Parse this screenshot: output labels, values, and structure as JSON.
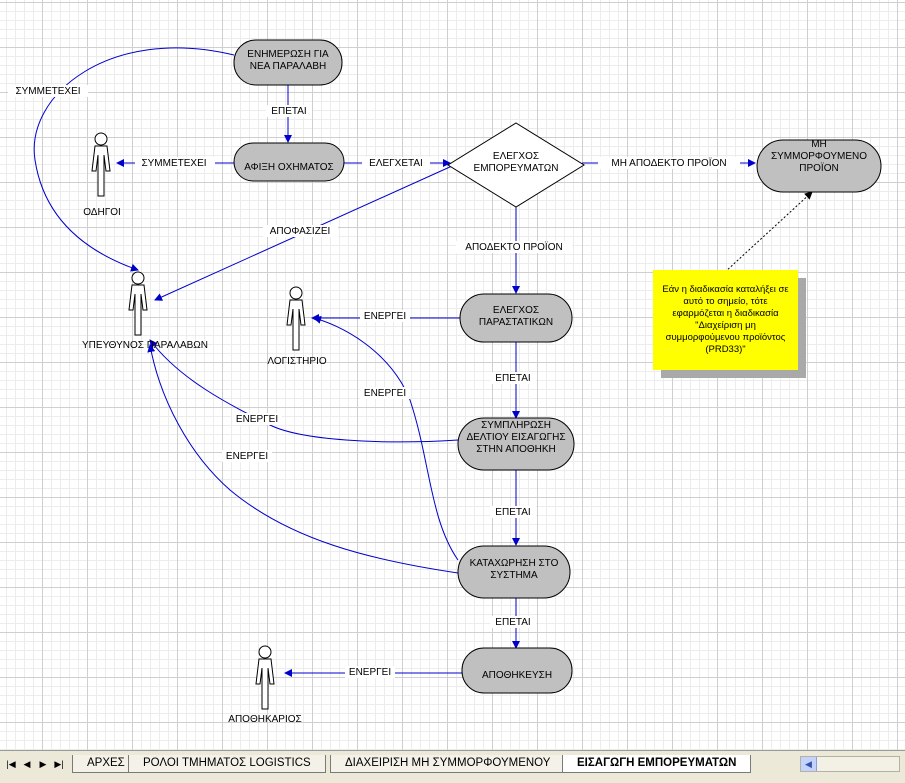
{
  "nodes": {
    "update": "ΕΝΗΜΕΡΩΣΗ ΓΙΑ\nΝΕΑ ΠΑΡΑΛΑΒΗ",
    "arrival": "ΑΦΙΞΗ ΟΧΗΜΑΤΟΣ",
    "check_goods": "ΕΛΕΓΧΟΣ\nΕΜΠΟΡΕΥΜΑΤΩΝ",
    "nonconforming": "ΜΗ\nΣΥΜΜΟΡΦΟΥΜΕΝΟ\nΠΡΟΪΟΝ",
    "check_docs": "ΕΛΕΓΧΟΣ\nΠΑΡΑΣΤΑΤΙΚΩΝ",
    "fill_slip": "ΣΥΜΠΛΗΡΩΣΗ\nΔΕΛΤΙΟΥ ΕΙΣΑΓΩΓΗΣ\nΣΤΗΝ ΑΠΟΘΗΚΗ",
    "register": "ΚΑΤΑΧΩΡΗΣΗ ΣΤΟ\nΣΥΣΤΗΜΑ",
    "storage": "ΑΠΟΘΗΚΕΥΣΗ"
  },
  "actors": {
    "drivers": "ΟΔΗΓΟΙ",
    "receiving_manager": "ΥΠΕΥΘΥΝΟΣ ΠΑΡΑΛΑΒΩΝ",
    "accounting": "ΛΟΓΙΣΤΗΡΙΟ",
    "storekeeper": "ΑΠΟΘΗΚΑΡΙΟΣ"
  },
  "edges": {
    "participates_1": "ΣΥΜΜΕΤΕΧΕΙ",
    "participates_2": "ΣΥΜΜΕΤΕΧΕΙ",
    "follows_1": "ΕΠΕΤΑΙ",
    "checked": "ΕΛΕΓΧΕΤΑΙ",
    "not_acceptable": "ΜΗ ΑΠΟΔΕΚΤΟ ΠΡΟΪΟΝ",
    "decides": "ΑΠΟΦΑΣΙΖΕΙ",
    "acceptable": "ΑΠΟΔΕΚΤΟ ΠΡΟΪΟΝ",
    "acts_accounting_1": "ΕΝΕΡΓΕΙ",
    "acts_accounting_2": "ΕΝΕΡΓΕΙ",
    "follows_2": "ΕΠΕΤΑΙ",
    "acts_manager_1": "ΕΝΕΡΓΕΙ",
    "acts_manager_2": "ΕΝΕΡΓΕΙ",
    "follows_3": "ΕΠΕΤΑΙ",
    "follows_4": "ΕΠΕΤΑΙ",
    "acts_storekeeper": "ΕΝΕΡΓΕΙ"
  },
  "note": "Εάν η διαδικασία καταλήξει σε αυτό το σημείο, τότε εφαρμόζεται η διαδικασία \"Διαχείριση μη συμμορφούμενου προϊόντος (PRD33)\"",
  "tabs": [
    {
      "label": "ΑΡΧΕΣ",
      "active": false
    },
    {
      "label": "ΡΟΛΟΙ ΤΜΗΜΑΤΟΣ LOGISTICS",
      "active": false
    },
    {
      "label": "ΔΙΑΧΕΙΡΙΣΗ ΜΗ ΣΥΜΜΟΡΦΟΥΜΕΝΟΥ",
      "active": false
    },
    {
      "label": "ΕΙΣΑΓΩΓΗ ΕΜΠΟΡΕΥΜΑΤΩΝ",
      "active": true
    }
  ],
  "colors": {
    "node_fill": "#c0c0c0",
    "edge": "#0000cc",
    "note_fill": "#ffff00"
  },
  "icons": {
    "actor": "stick-figure-icon",
    "nav_first": "first-sheet-icon",
    "nav_prev": "prev-sheet-icon",
    "nav_next": "next-sheet-icon",
    "nav_last": "last-sheet-icon",
    "scroll_left": "scroll-left-icon"
  }
}
